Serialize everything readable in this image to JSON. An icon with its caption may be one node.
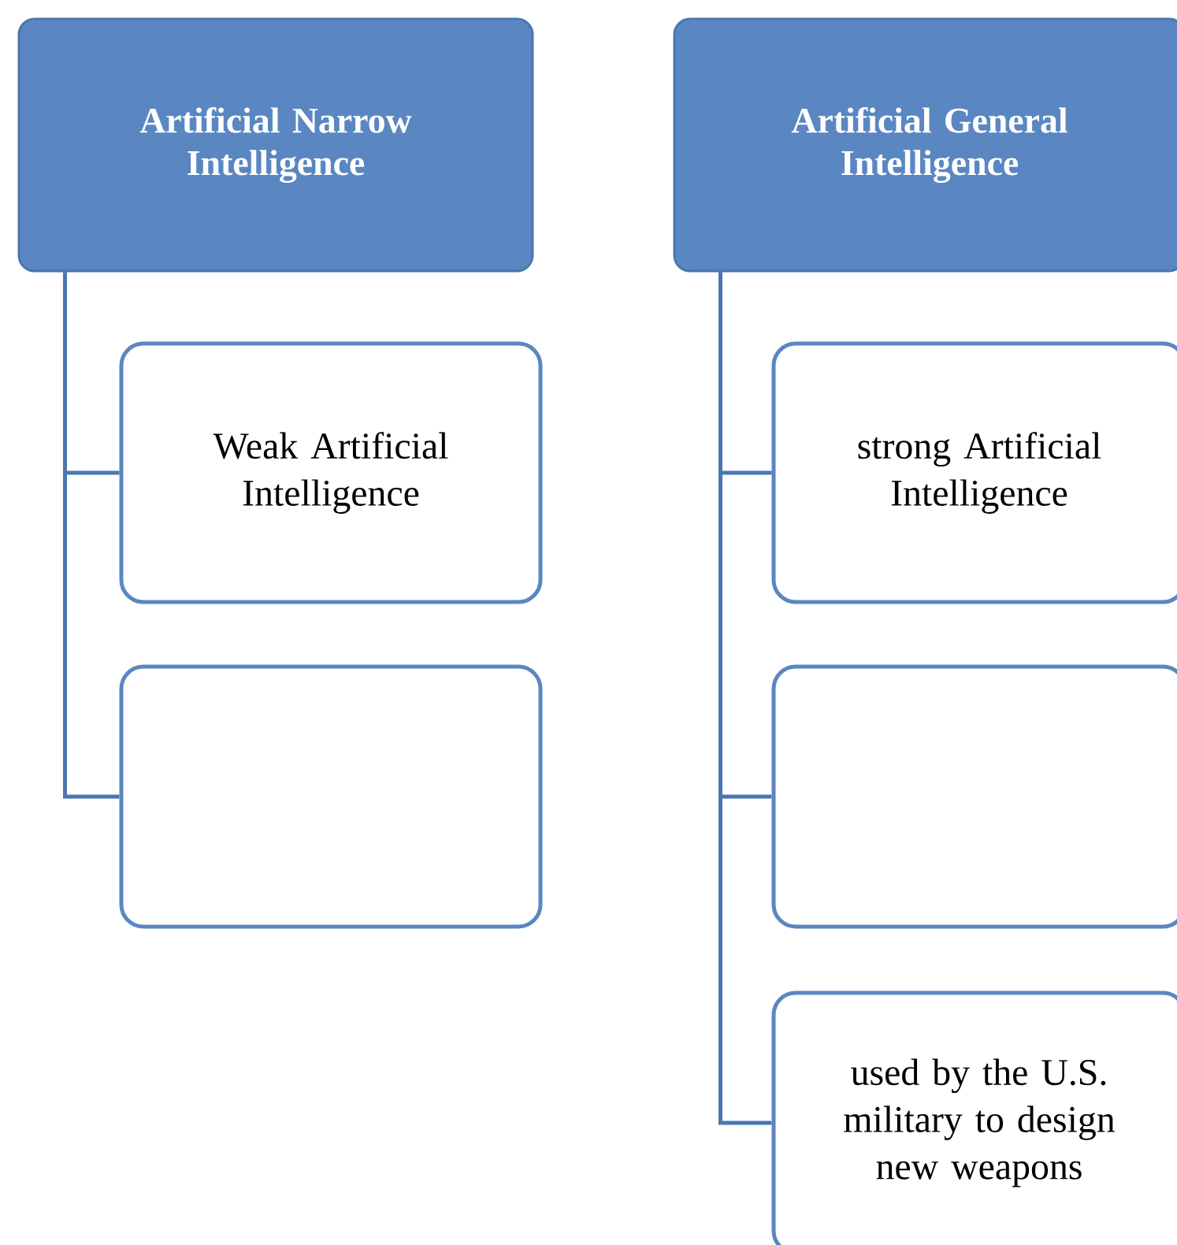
{
  "diagram": {
    "nodes": [
      {
        "text": [
          "Artificial Narrow Intelligence"
        ]
      },
      {
        "text": [
          "Weak Artificial Intelligence"
        ]
      },
      {
        "text": [],
        "shape": "box"
      },
      {
        "text": [
          "Artificial General Intelligence"
        ]
      },
      {
        "text": [
          "strong Artificial Intelligence"
        ]
      },
      {
        "text": [],
        "shape": "box"
      },
      {
        "text": [
          "used by the U.S. military to design new weapons"
        ]
      }
    ],
    "edges": [
      {
        "from": 0,
        "to": 1,
        "arrow": "none"
      },
      {
        "from": 0,
        "to": 2,
        "arrow": "none"
      },
      {
        "from": 3,
        "to": 4,
        "arrow": "none"
      },
      {
        "from": 3,
        "to": 5,
        "arrow": "none"
      },
      {
        "from": 3,
        "to": 6,
        "arrow": "none"
      }
    ]
  }
}
